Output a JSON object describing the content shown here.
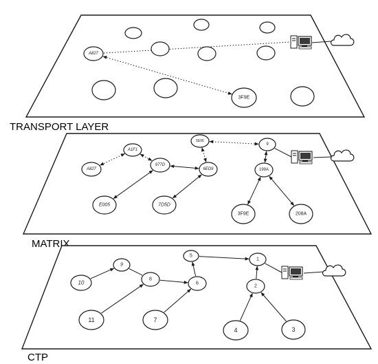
{
  "layers": [
    {
      "id": "transport",
      "label": "TRANSPORT LAYER",
      "nodes": [
        {
          "id": "t1",
          "label": ""
        },
        {
          "id": "t2",
          "label": ""
        },
        {
          "id": "t3",
          "label": ""
        },
        {
          "id": "t4",
          "label": "A827"
        },
        {
          "id": "t5",
          "label": ""
        },
        {
          "id": "t6",
          "label": ""
        },
        {
          "id": "t7",
          "label": ""
        },
        {
          "id": "t8",
          "label": ""
        },
        {
          "id": "t9",
          "label": ""
        },
        {
          "id": "t10",
          "label": "3F9E"
        },
        {
          "id": "t11",
          "label": ""
        }
      ],
      "edges": [
        {
          "from": "t4",
          "to": "computer",
          "style": "dotted",
          "arrow": "none"
        },
        {
          "from": "t10",
          "to": "t4",
          "style": "dotted",
          "arrow": "both"
        }
      ]
    },
    {
      "id": "matrix",
      "label": "MATRIX",
      "nodes": [
        {
          "id": "m1",
          "label": "A1F1"
        },
        {
          "id": "m2",
          "label": "A827"
        },
        {
          "id": "m3",
          "label": "977D"
        },
        {
          "id": "m4",
          "label": "5E06"
        },
        {
          "id": "m5",
          "label": "6ED9"
        },
        {
          "id": "m6",
          "label": "9"
        },
        {
          "id": "m7",
          "label": "199A"
        },
        {
          "id": "m8",
          "label": "E005"
        },
        {
          "id": "m9",
          "label": "7D5D"
        },
        {
          "id": "m10",
          "label": "3F9E"
        },
        {
          "id": "m11",
          "label": "208A"
        }
      ],
      "edges": [
        {
          "from": "m1",
          "to": "m2",
          "style": "dotted",
          "arrow": "both"
        },
        {
          "from": "m1",
          "to": "m3",
          "style": "dotted",
          "arrow": "both"
        },
        {
          "from": "m3",
          "to": "m5",
          "style": "solid",
          "arrow": "both"
        },
        {
          "from": "m3",
          "to": "m8",
          "style": "solid",
          "arrow": "both"
        },
        {
          "from": "m5",
          "to": "m9",
          "style": "solid",
          "arrow": "both"
        },
        {
          "from": "m4",
          "to": "m5",
          "style": "dotted",
          "arrow": "both"
        },
        {
          "from": "m4",
          "to": "m6",
          "style": "dotted",
          "arrow": "both"
        },
        {
          "from": "m6",
          "to": "m7",
          "style": "solid",
          "arrow": "both"
        },
        {
          "from": "m7",
          "to": "m10",
          "style": "solid",
          "arrow": "both"
        },
        {
          "from": "m7",
          "to": "m11",
          "style": "solid",
          "arrow": "both"
        },
        {
          "from": "m6",
          "to": "computer",
          "style": "solid",
          "arrow": "none"
        }
      ]
    },
    {
      "id": "ctp",
      "label": "CTP",
      "nodes": [
        {
          "id": "c5",
          "label": "5"
        },
        {
          "id": "c1",
          "label": "1"
        },
        {
          "id": "c9",
          "label": "9"
        },
        {
          "id": "c10",
          "label": "10"
        },
        {
          "id": "c8",
          "label": "8"
        },
        {
          "id": "c6",
          "label": "6"
        },
        {
          "id": "c2",
          "label": "2"
        },
        {
          "id": "c11",
          "label": "11"
        },
        {
          "id": "c7",
          "label": "7"
        },
        {
          "id": "c4",
          "label": "4"
        },
        {
          "id": "c3",
          "label": "3"
        }
      ],
      "edges": [
        {
          "from": "c10",
          "to": "c9",
          "style": "solid",
          "arrow": "to"
        },
        {
          "from": "c9",
          "to": "c8",
          "style": "solid",
          "arrow": "none"
        },
        {
          "from": "c8",
          "to": "c6",
          "style": "solid",
          "arrow": "to"
        },
        {
          "from": "c11",
          "to": "c8",
          "style": "solid",
          "arrow": "to"
        },
        {
          "from": "c7",
          "to": "c6",
          "style": "solid",
          "arrow": "to"
        },
        {
          "from": "c6",
          "to": "c5",
          "style": "solid",
          "arrow": "to"
        },
        {
          "from": "c5",
          "to": "c1",
          "style": "solid",
          "arrow": "to"
        },
        {
          "from": "c2",
          "to": "c1",
          "style": "solid",
          "arrow": "to"
        },
        {
          "from": "c4",
          "to": "c2",
          "style": "solid",
          "arrow": "to"
        },
        {
          "from": "c3",
          "to": "c2",
          "style": "solid",
          "arrow": "to"
        },
        {
          "from": "c1",
          "to": "computer",
          "style": "solid",
          "arrow": "none"
        }
      ]
    }
  ],
  "icons": {
    "computer": "desktop-computer-icon",
    "cloud": "cloud-icon"
  },
  "colors": {
    "stroke": "#1a1a1a",
    "background": "#ffffff"
  }
}
